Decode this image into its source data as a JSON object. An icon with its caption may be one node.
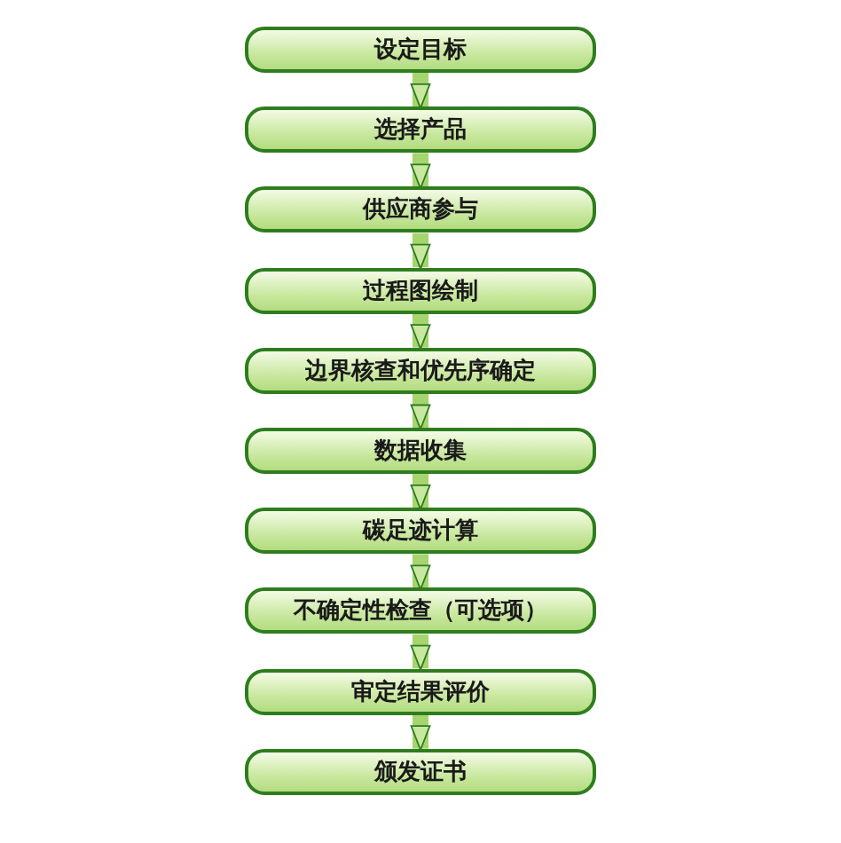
{
  "diagram": {
    "nodes": [
      {
        "text": [
          "设定目标"
        ]
      },
      {
        "text": [
          "选择产品"
        ]
      },
      {
        "text": [
          "供应商参与"
        ]
      },
      {
        "text": [
          "过程图绘制"
        ]
      },
      {
        "text": [
          "边界核查和优先序确定"
        ]
      },
      {
        "text": [
          "数据收集"
        ]
      },
      {
        "text": [
          "碳足迹计算"
        ]
      },
      {
        "text": [
          "不确定性检查（可选项）"
        ]
      },
      {
        "text": [
          "审定结果评价"
        ]
      },
      {
        "text": [
          "颁发证书"
        ]
      }
    ],
    "edges": [
      {
        "from": 0,
        "to": 1,
        "arrow": "to"
      },
      {
        "from": 1,
        "to": 2,
        "arrow": "to"
      },
      {
        "from": 2,
        "to": 3,
        "arrow": "to"
      },
      {
        "from": 3,
        "to": 4,
        "arrow": "to"
      },
      {
        "from": 4,
        "to": 5,
        "arrow": "to"
      },
      {
        "from": 5,
        "to": 6,
        "arrow": "to"
      },
      {
        "from": 6,
        "to": 7,
        "arrow": "to"
      },
      {
        "from": 7,
        "to": 8,
        "arrow": "to"
      },
      {
        "from": 8,
        "to": 9,
        "arrow": "to"
      }
    ]
  }
}
